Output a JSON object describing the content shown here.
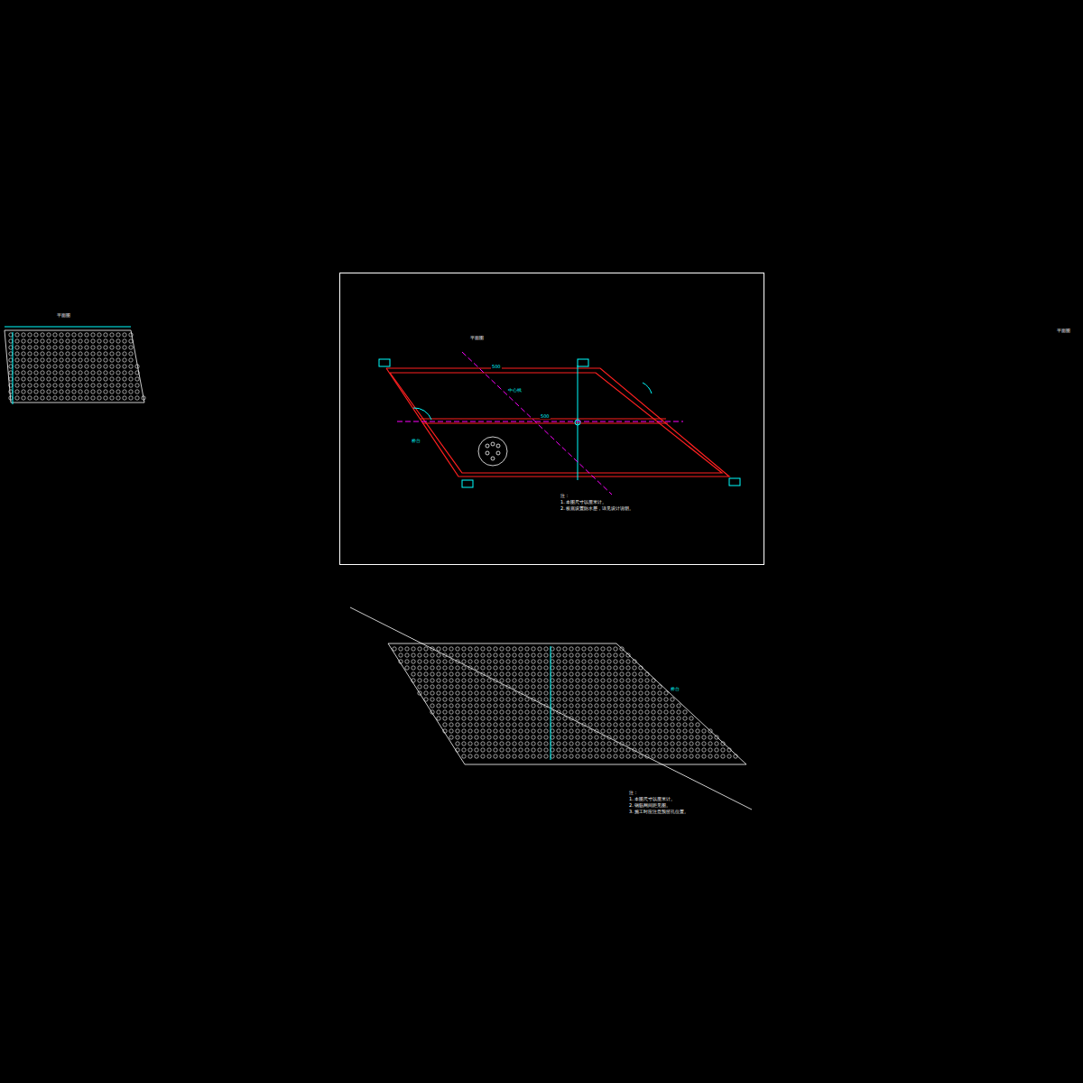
{
  "diagram": {
    "labels": [
      "平面图",
      "平面图",
      "平面图",
      "注：",
      "1. 本图尺寸以厘米计。",
      "2. 板底设置防水层，详见设计说明。",
      "注：",
      "1. 本图尺寸以厘米计。",
      "2. 钢筋网间距见图。",
      "3. 施工时应注意预留孔位置。",
      "桥台",
      "桥台",
      "中心线",
      "500",
      "500"
    ]
  }
}
